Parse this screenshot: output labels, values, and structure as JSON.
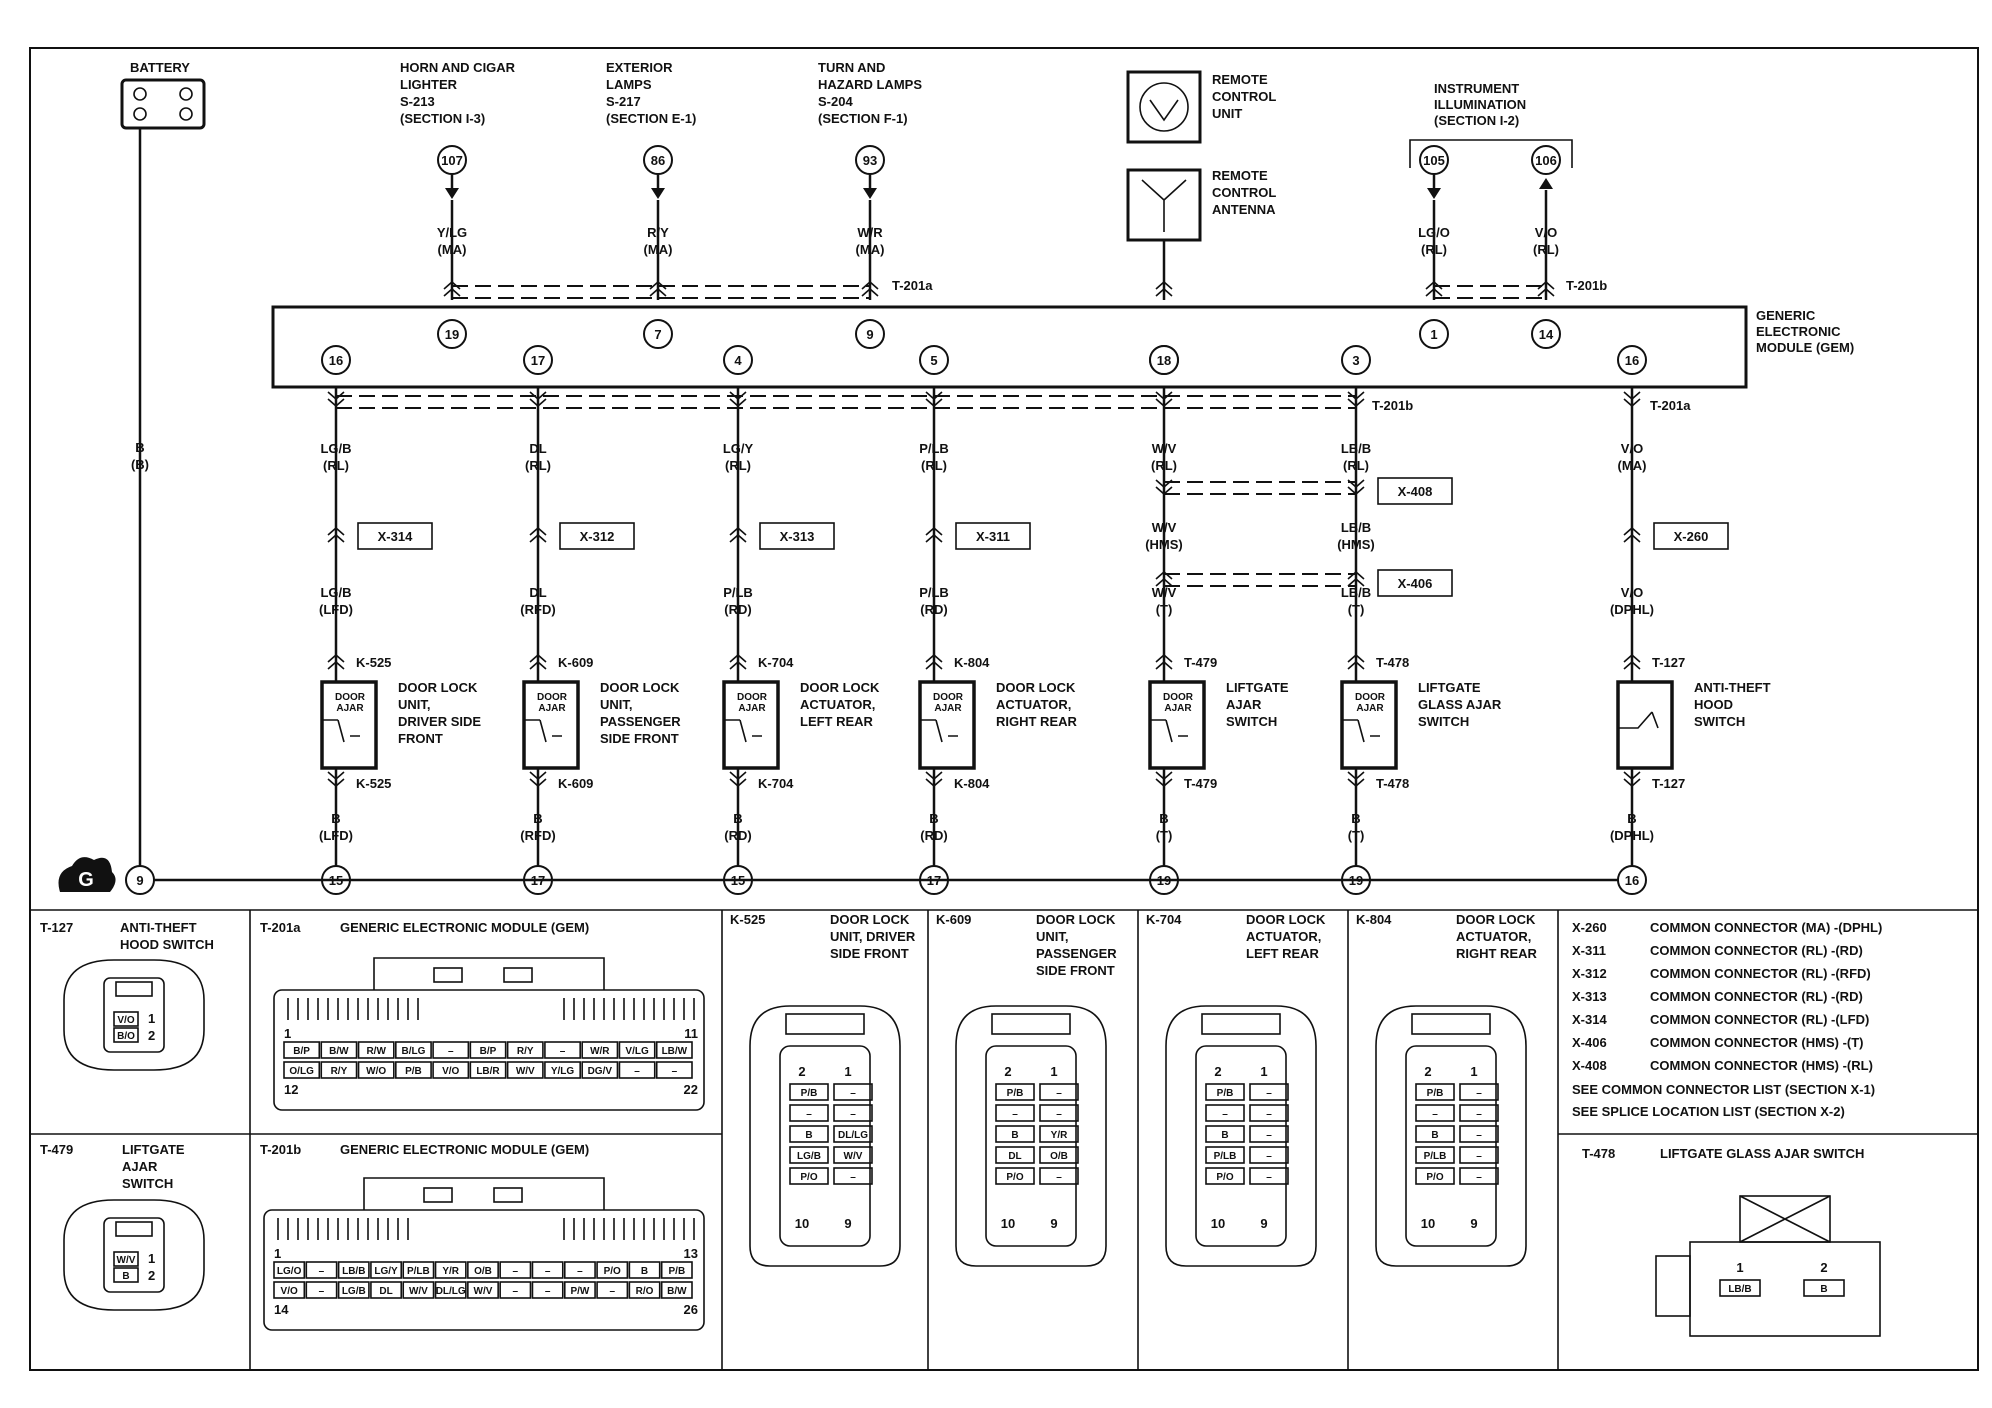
{
  "battery": {
    "label": "BATTERY",
    "wire_color": "B",
    "wire_loc": "(B)",
    "ground_pin": "9",
    "ground_symbol": "G"
  },
  "inputs": [
    {
      "title": [
        "HORN AND CIGAR",
        "LIGHTER",
        "S-213",
        "(SECTION I-3)"
      ],
      "splice": "107",
      "color": "Y/LG",
      "loc": "(MA)",
      "pin": "19"
    },
    {
      "title": [
        "EXTERIOR",
        "LAMPS",
        "S-217",
        "(SECTION E-1)"
      ],
      "splice": "86",
      "color": "R/Y",
      "loc": "(MA)",
      "pin": "7"
    },
    {
      "title": [
        "TURN AND",
        "HAZARD LAMPS",
        "S-204",
        "(SECTION F-1)"
      ],
      "splice": "93",
      "color": "W/R",
      "loc": "(MA)",
      "pin": "9"
    }
  ],
  "top_connector_a": "T-201a",
  "top_connector_b": "T-201b",
  "remote": {
    "unit": [
      "REMOTE",
      "CONTROL",
      "UNIT"
    ],
    "antenna": [
      "REMOTE",
      "CONTROL",
      "ANTENNA"
    ],
    "pin": "18"
  },
  "illumination": {
    "title": [
      "INSTRUMENT",
      "ILLUMINATION",
      "(SECTION I-2)"
    ],
    "wires": [
      {
        "splice": "105",
        "color": "LG/O",
        "loc": "(RL)",
        "pin": "1"
      },
      {
        "splice": "106",
        "color": "V/O",
        "loc": "(RL)",
        "pin": "14"
      }
    ]
  },
  "gem_label": [
    "GENERIC",
    "ELECTRONIC",
    "MODULE (GEM)"
  ],
  "door_ajar_label": [
    "DOOR",
    "AJAR"
  ],
  "outputs": [
    {
      "pin": "16",
      "color1": "LG/B",
      "loc1": "(RL)",
      "inline": "X-314",
      "color2": "LG/B",
      "loc2": "(LFD)",
      "conn": "K-525",
      "name": [
        "DOOR LOCK",
        "UNIT,",
        "DRIVER SIDE",
        "FRONT"
      ],
      "gcolor": "B",
      "gloc": "(LFD)",
      "gsplice": "15"
    },
    {
      "pin": "17",
      "color1": "DL",
      "loc1": "(RL)",
      "inline": "X-312",
      "color2": "DL",
      "loc2": "(RFD)",
      "conn": "K-609",
      "name": [
        "DOOR LOCK",
        "UNIT,",
        "PASSENGER",
        "SIDE FRONT"
      ],
      "gcolor": "B",
      "gloc": "(RFD)",
      "gsplice": "17"
    },
    {
      "pin": "4",
      "color1": "LG/Y",
      "loc1": "(RL)",
      "inline": "X-313",
      "color2": "P/LB",
      "loc2": "(RD)",
      "conn": "K-704",
      "name": [
        "DOOR LOCK",
        "ACTUATOR,",
        "LEFT REAR"
      ],
      "gcolor": "B",
      "gloc": "(RD)",
      "gsplice": "15"
    },
    {
      "pin": "5",
      "color1": "P/LB",
      "loc1": "(RL)",
      "inline": "X-311",
      "color2": "P/LB",
      "loc2": "(RD)",
      "conn": "K-804",
      "name": [
        "DOOR LOCK",
        "ACTUATOR,",
        "RIGHT REAR"
      ],
      "gcolor": "B",
      "gloc": "(RD)",
      "gsplice": "17"
    },
    {
      "pin": "18",
      "color1": "W/V",
      "loc1": "(RL)",
      "color_m": "W/V",
      "loc_m": "(HMS)",
      "color2": "W/V",
      "loc2": "(T)",
      "conn": "T-479",
      "name": [
        "LIFTGATE",
        "AJAR",
        "SWITCH"
      ],
      "gcolor": "B",
      "gloc": "(T)",
      "gsplice": "19"
    },
    {
      "pin": "3",
      "color1": "LB/B",
      "loc1": "(RL)",
      "color_m": "LB/B",
      "loc_m": "(HMS)",
      "color2": "LB/B",
      "loc2": "(T)",
      "conn": "T-478",
      "name": [
        "LIFTGATE",
        "GLASS AJAR",
        "SWITCH"
      ],
      "gcolor": "B",
      "gloc": "(T)",
      "gsplice": "19"
    },
    {
      "pin": "16",
      "color1": "V/O",
      "loc1": "(MA)",
      "inline": "X-260",
      "color2": "V/O",
      "loc2": "(DPHL)",
      "conn": "T-127",
      "name": [
        "ANTI-THEFT",
        "HOOD",
        "SWITCH"
      ],
      "gcolor": "B",
      "gloc": "(DPHL)",
      "gsplice": "16"
    }
  ],
  "inline_pair": [
    "X-408",
    "X-406"
  ],
  "bottom_tables": {
    "t127": {
      "id": "T-127",
      "name": [
        "ANTI-THEFT",
        "HOOD SWITCH"
      ],
      "cells": [
        "V/O",
        "B/O"
      ],
      "nums": [
        "1",
        "2"
      ]
    },
    "t479": {
      "id": "T-479",
      "name": [
        "LIFTGATE",
        "AJAR",
        "SWITCH"
      ],
      "cells": [
        "W/V",
        "B"
      ],
      "nums": [
        "1",
        "2"
      ]
    },
    "t201a": {
      "id": "T-201a",
      "name": "GENERIC ELECTRONIC MODULE (GEM)",
      "nums": [
        "1",
        "11",
        "12",
        "22"
      ],
      "row1": [
        "B/P",
        "B/W",
        "R/W",
        "B/LG",
        "–",
        "B/P",
        "R/Y",
        "–",
        "W/R",
        "V/LG",
        "LB/W"
      ],
      "row2": [
        "O/LG",
        "R/Y",
        "W/O",
        "P/B",
        "V/O",
        "LB/R",
        "W/V",
        "Y/LG",
        "DG/V",
        "–",
        "–"
      ]
    },
    "t201b": {
      "id": "T-201b",
      "name": "GENERIC ELECTRONIC MODULE (GEM)",
      "nums": [
        "1",
        "13",
        "14",
        "26"
      ],
      "row1": [
        "LG/O",
        "–",
        "LB/B",
        "LG/Y",
        "P/LB",
        "Y/R",
        "O/B",
        "–",
        "–",
        "–",
        "P/O",
        "B",
        "P/B"
      ],
      "row2": [
        "V/O",
        "–",
        "LG/B",
        "DL",
        "W/V",
        "DL/LG",
        "W/V",
        "–",
        "–",
        "P/W",
        "–",
        "R/O",
        "B/W"
      ]
    },
    "k525": {
      "id": "K-525",
      "name": [
        "DOOR LOCK",
        "UNIT, DRIVER",
        "SIDE FRONT"
      ],
      "cells": [
        [
          "P/B",
          "–"
        ],
        [
          "–",
          "–"
        ],
        [
          "B",
          "DL/LG"
        ],
        [
          "LG/B",
          "W/V"
        ],
        [
          "P/O",
          "–"
        ]
      ],
      "nums": [
        "2",
        "1",
        "10",
        "9"
      ]
    },
    "k609": {
      "id": "K-609",
      "name": [
        "DOOR LOCK",
        "UNIT,",
        "PASSENGER",
        "SIDE FRONT"
      ],
      "cells": [
        [
          "P/B",
          "–"
        ],
        [
          "–",
          "–"
        ],
        [
          "B",
          "Y/R"
        ],
        [
          "DL",
          "O/B"
        ],
        [
          "P/O",
          "–"
        ]
      ],
      "nums": [
        "2",
        "1",
        "10",
        "9"
      ]
    },
    "k704": {
      "id": "K-704",
      "name": [
        "DOOR LOCK",
        "ACTUATOR,",
        "LEFT REAR"
      ],
      "cells": [
        [
          "P/B",
          "–"
        ],
        [
          "–",
          "–"
        ],
        [
          "B",
          "–"
        ],
        [
          "P/LB",
          "–"
        ],
        [
          "P/O",
          "–"
        ]
      ],
      "nums": [
        "2",
        "1",
        "10",
        "9"
      ]
    },
    "k804": {
      "id": "K-804",
      "name": [
        "DOOR LOCK",
        "ACTUATOR,",
        "RIGHT REAR"
      ],
      "cells": [
        [
          "P/B",
          "–"
        ],
        [
          "–",
          "–"
        ],
        [
          "B",
          "–"
        ],
        [
          "P/LB",
          "–"
        ],
        [
          "P/O",
          "–"
        ]
      ],
      "nums": [
        "2",
        "1",
        "10",
        "9"
      ]
    },
    "t478": {
      "id": "T-478",
      "name": "LIFTGATE GLASS AJAR SWITCH",
      "cells": [
        "LB/B",
        "B"
      ],
      "nums": [
        "1",
        "2"
      ]
    }
  },
  "legend": {
    "rows": [
      [
        "X-260",
        "COMMON CONNECTOR (MA) -(DPHL)"
      ],
      [
        "X-311",
        "COMMON CONNECTOR (RL) -(RD)"
      ],
      [
        "X-312",
        "COMMON CONNECTOR (RL) -(RFD)"
      ],
      [
        "X-313",
        "COMMON CONNECTOR (RL) -(RD)"
      ],
      [
        "X-314",
        "COMMON CONNECTOR (RL) -(LFD)"
      ],
      [
        "X-406",
        "COMMON CONNECTOR (HMS) -(T)"
      ],
      [
        "X-408",
        "COMMON CONNECTOR (HMS) -(RL)"
      ]
    ],
    "notes": [
      "SEE COMMON CONNECTOR LIST (SECTION X-1)",
      "SEE SPLICE LOCATION LIST (SECTION X-2)"
    ]
  }
}
